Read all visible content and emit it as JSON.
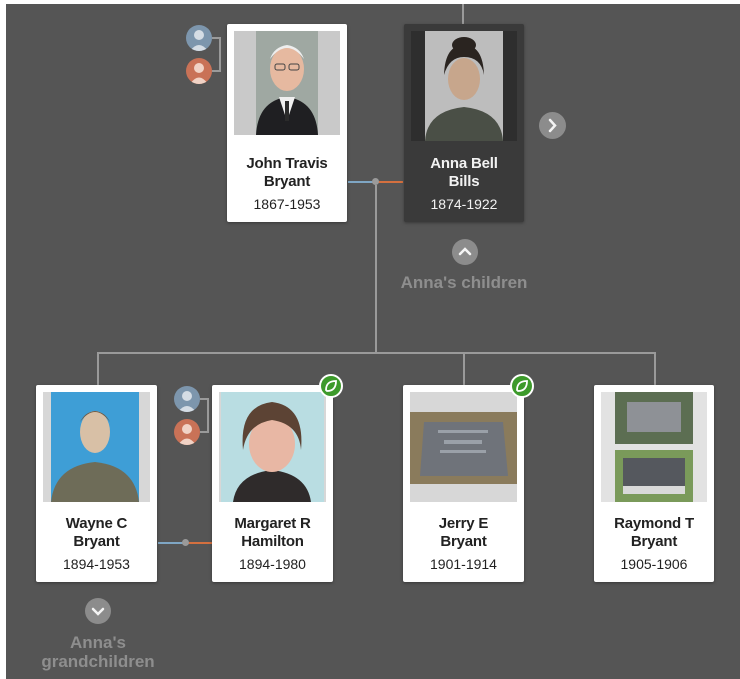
{
  "colors": {
    "background": "#555555",
    "connector": "#9a9a9a",
    "spouse_male_line": "#7fa6c4",
    "spouse_female_line": "#d4703f",
    "hint_green": "#3d9a2b",
    "focus_card": "#3a3a3a"
  },
  "parents": {
    "father": {
      "name": "John Travis Bryant",
      "dates": "1867-1953"
    },
    "mother": {
      "name": "Anna Bell Bills",
      "dates": "1874-1922",
      "focused": true
    }
  },
  "labels": {
    "children": "Anna's children",
    "grandchildren": "Anna's grandchildren"
  },
  "children": [
    {
      "name": "Wayne C Bryant",
      "dates": "1894-1953",
      "hint": false
    },
    {
      "name": "Margaret R Hamilton",
      "dates": "1894-1980",
      "hint": true,
      "spouse_of_previous": true
    },
    {
      "name": "Jerry E Bryant",
      "dates": "1901-1914",
      "hint": true
    },
    {
      "name": "Raymond T Bryant",
      "dates": "1905-1906",
      "hint": false
    }
  ],
  "icons": {
    "expand_parents": "chevron-right-icon",
    "collapse_children": "chevron-up-icon",
    "expand_grandchildren": "chevron-down-icon",
    "hint": "leaf-hint-icon",
    "parent_male": "male-parent-icon",
    "parent_female": "female-parent-icon"
  }
}
